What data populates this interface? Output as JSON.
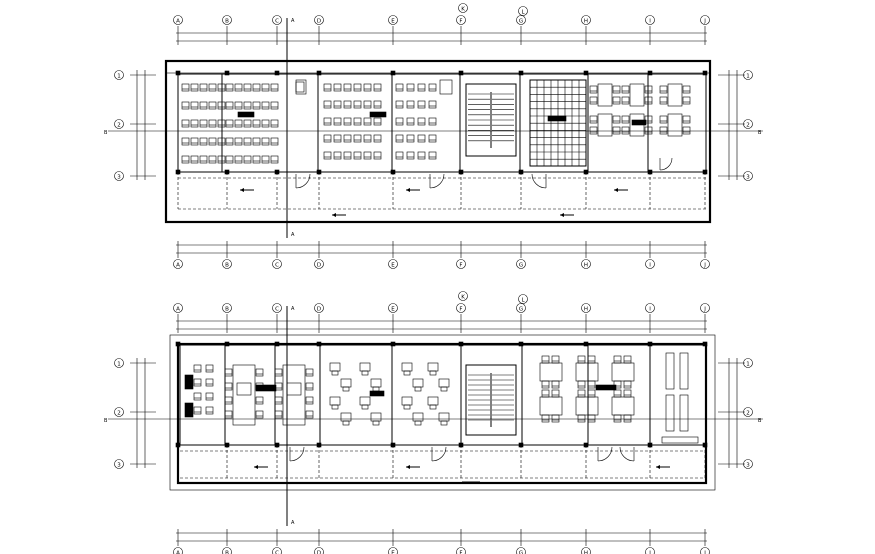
{
  "drawing": {
    "type": "architectural floor plans",
    "background": "#ffffff",
    "line_color": "#000000"
  },
  "plans": [
    {
      "id": "upper-floor",
      "axis_labels_horizontal": [
        "A",
        "B",
        "C",
        "D",
        "E",
        "F",
        "G",
        "H",
        "I",
        "J",
        "K",
        "L"
      ],
      "axis_labels_vertical": [
        "1",
        "2",
        "3"
      ],
      "section_marker": "A",
      "rooms": [
        "classroom",
        "classroom",
        "classroom",
        "classroom",
        "staircase",
        "lab",
        "dining",
        "dining"
      ]
    },
    {
      "id": "lower-floor",
      "axis_labels_horizontal": [
        "A",
        "B",
        "C",
        "D",
        "E",
        "F",
        "G",
        "H",
        "I",
        "J",
        "K",
        "L"
      ],
      "axis_labels_vertical": [
        "1",
        "2",
        "3"
      ],
      "section_marker": "A",
      "rooms": [
        "office",
        "meeting",
        "meeting",
        "classroom",
        "classroom",
        "staircase",
        "dining",
        "dining",
        "storage"
      ]
    }
  ]
}
